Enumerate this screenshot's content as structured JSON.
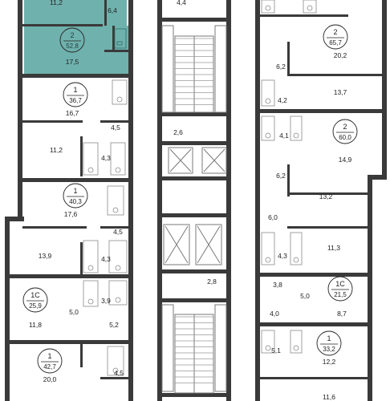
{
  "highlight_color": "#6fb1ad",
  "apartments": [
    {
      "id": "apt-top-left-highlighted",
      "rooms": "2",
      "total": "52,8",
      "highlighted": true
    },
    {
      "id": "apt-left-2",
      "rooms": "1",
      "total": "36,7"
    },
    {
      "id": "apt-left-3",
      "rooms": "1",
      "total": "40,3"
    },
    {
      "id": "apt-left-4",
      "rooms": "1С",
      "total": "25,9"
    },
    {
      "id": "apt-left-5",
      "rooms": "1",
      "total": "42,7"
    },
    {
      "id": "apt-right-1",
      "rooms": "2",
      "total": "65,7"
    },
    {
      "id": "apt-right-2",
      "rooms": "2",
      "total": "60,0"
    },
    {
      "id": "apt-right-3",
      "rooms": "1С",
      "total": "21,5"
    },
    {
      "id": "apt-right-4",
      "rooms": "1",
      "total": "33,2"
    }
  ],
  "room_areas": {
    "l_top": "11,2",
    "l_hl_kitchen": "6,4",
    "l_hl_living": "17,5",
    "l_a2_living": "16,7",
    "l_a2_hall": "4,5",
    "l_a3_kitchen": "11,2",
    "l_a3_bath": "4,3",
    "l_a3_living": "17,6",
    "l_a3_hall": "4,5",
    "l_a4_room": "13,9",
    "l_a4_bath": "4,3",
    "l_a4_bath2": "3,9",
    "l_a5_living": "11,8",
    "l_a5_kitchen": "5,0",
    "l_a5_hall": "5,2",
    "l_a6_living": "20,0",
    "l_a6_hall": "4,5",
    "c_top": "4,4",
    "c_mid1": "2,6",
    "c_mid2": "2,8",
    "r_a1_hall": "6,2",
    "r_a1_living": "20,2",
    "r_a1_bath": "4,2",
    "r_a1_room2": "13,7",
    "r_a2_bath": "4,1",
    "r_a2_living": "14,9",
    "r_a2_hall": "6,2",
    "r_a2_room": "13,2",
    "r_a3_hall": "6,0",
    "r_a3_room": "11,3",
    "r_a3_bath": "4,3",
    "r_a4_hall": "3,8",
    "r_a4_kitchen": "5,0",
    "r_a4_living": "8,7",
    "r_a4_bath": "4,0",
    "r_a5_living": "12,2",
    "r_a5_hall": "5,1",
    "r_bottom": "11,6"
  }
}
